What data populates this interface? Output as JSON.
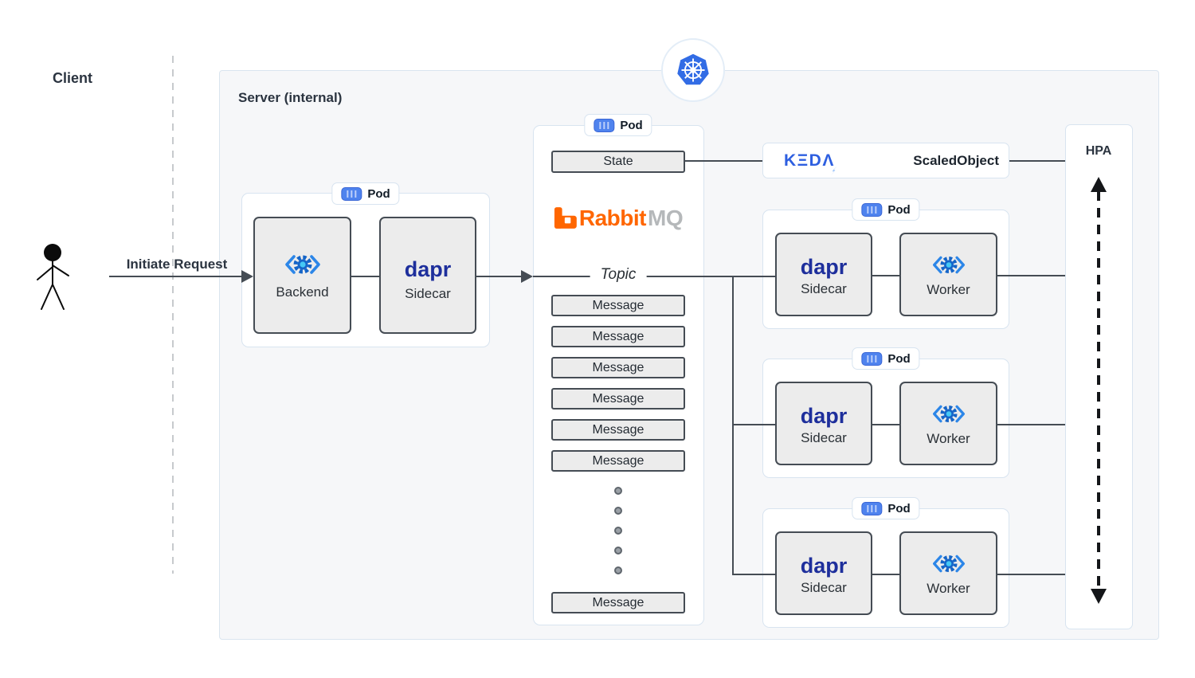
{
  "client": {
    "label": "Client",
    "request_label": "Initiate Request"
  },
  "server": {
    "label": "Server (internal)"
  },
  "backend_pod": {
    "badge": "Pod",
    "backend": "Backend",
    "sidecar": "Sidecar",
    "dapr_logo": "dapr"
  },
  "queue_pod": {
    "badge": "Pod",
    "state": "State",
    "rabbitmq_logo": {
      "rabbit": "Rabbit",
      "mq": "MQ"
    },
    "topic": "Topic",
    "messages": [
      "Message",
      "Message",
      "Message",
      "Message",
      "Message",
      "Message"
    ],
    "ellipsis_dots": 5,
    "last_message": "Message"
  },
  "keda": {
    "logo": "KΞDΛ",
    "label": "ScaledObject"
  },
  "worker_pods": [
    {
      "badge": "Pod",
      "sidecar": "Sidecar",
      "worker": "Worker",
      "dapr_logo": "dapr"
    },
    {
      "badge": "Pod",
      "sidecar": "Sidecar",
      "worker": "Worker",
      "dapr_logo": "dapr"
    },
    {
      "badge": "Pod",
      "sidecar": "Sidecar",
      "worker": "Worker",
      "dapr_logo": "dapr"
    }
  ],
  "hpa": {
    "label": "HPA"
  },
  "colors": {
    "kubernetes_blue": "#326ce5",
    "dapr_navy": "#1e2f9c",
    "rabbitmq_orange": "#ff6600",
    "keda_blue": "#2e5fe0",
    "line_dark": "#454c54",
    "container_gray": "#ececec",
    "pod_border_blue": "#d8e4f0"
  }
}
